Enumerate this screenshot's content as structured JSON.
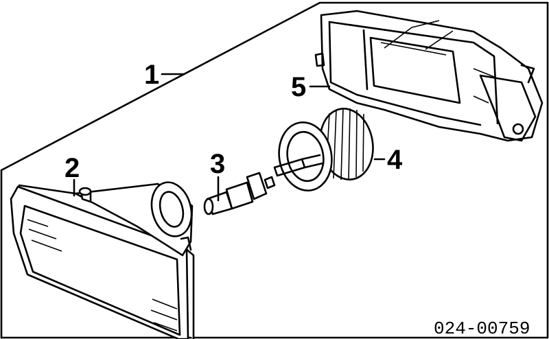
{
  "diagram": {
    "callouts": [
      {
        "id": "1",
        "label": "1"
      },
      {
        "id": "2",
        "label": "2"
      },
      {
        "id": "3",
        "label": "3"
      },
      {
        "id": "4",
        "label": "4"
      },
      {
        "id": "5",
        "label": "5"
      }
    ],
    "part_number": "024-00759"
  }
}
